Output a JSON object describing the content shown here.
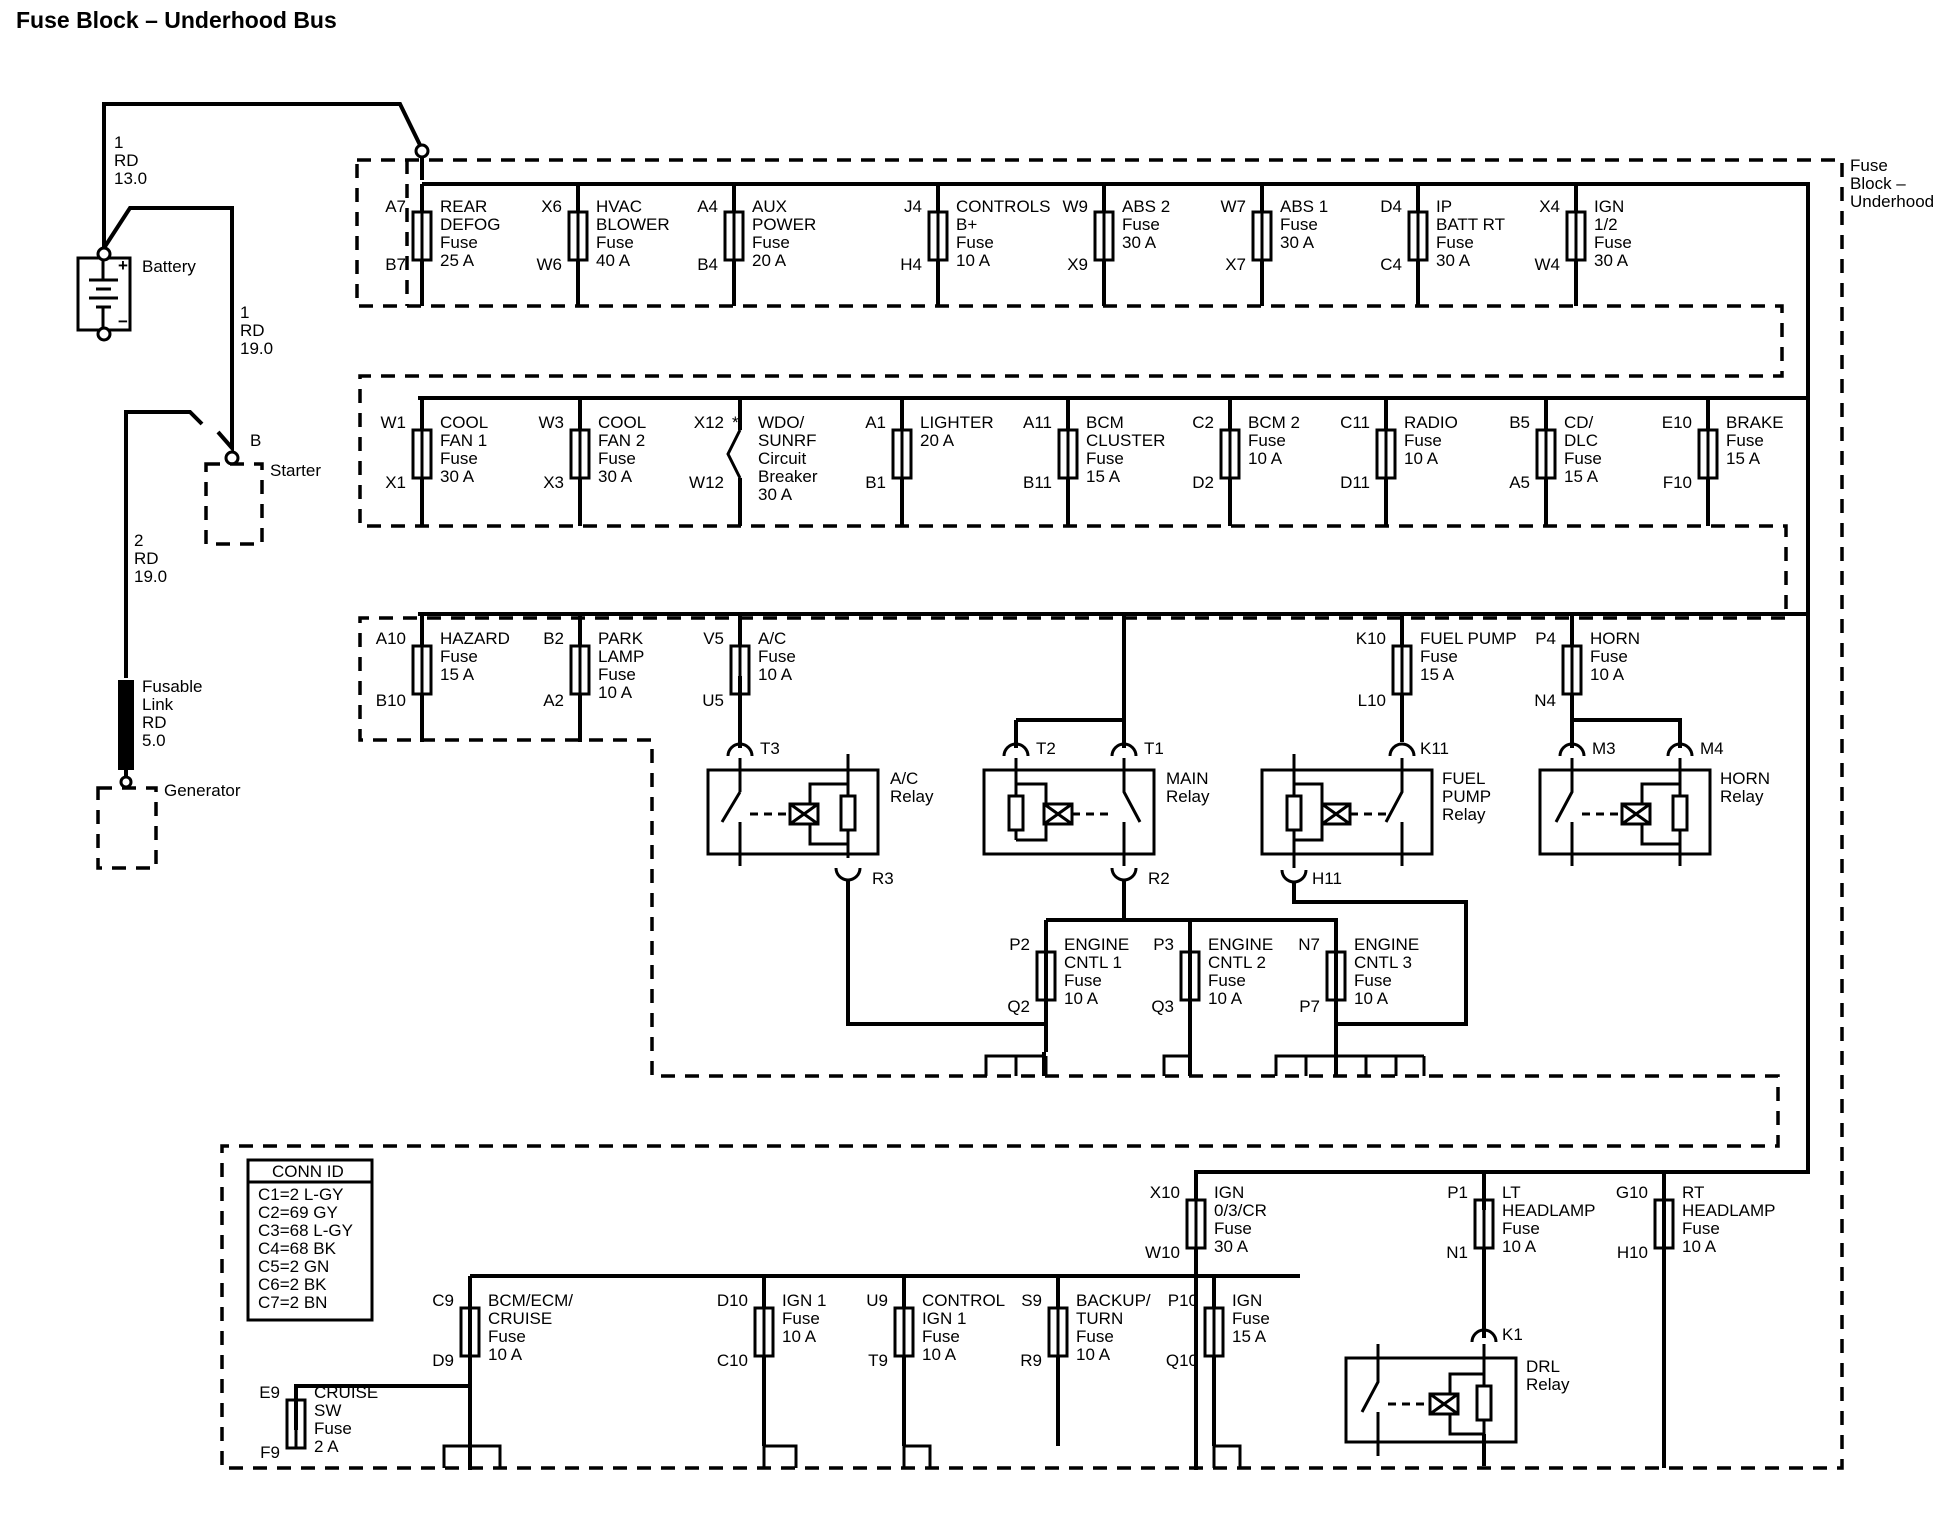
{
  "title": "Fuse Block – Underhood Bus",
  "block_label": [
    "Fuse",
    "Block –",
    "Underhood"
  ],
  "battery": {
    "label": "Battery",
    "plus": "+",
    "minus": "−"
  },
  "starter": {
    "label": "Starter",
    "terminal": "B"
  },
  "generator": {
    "label": "Generator"
  },
  "fusible_link": [
    "Fusable",
    "Link",
    "RD",
    "5.0"
  ],
  "wires": [
    {
      "id": "w1a",
      "lines": [
        "1",
        "RD",
        "13.0"
      ]
    },
    {
      "id": "w1b",
      "lines": [
        "1",
        "RD",
        "19.0"
      ]
    },
    {
      "id": "w2",
      "lines": [
        "2",
        "RD",
        "19.0"
      ]
    }
  ],
  "row1": [
    {
      "top": "A7",
      "bot": "B7",
      "lines": [
        "REAR",
        "DEFOG",
        "Fuse",
        "25 A"
      ]
    },
    {
      "top": "X6",
      "bot": "W6",
      "lines": [
        "HVAC",
        "BLOWER",
        "Fuse",
        "40 A"
      ]
    },
    {
      "top": "A4",
      "bot": "B4",
      "lines": [
        "AUX",
        "POWER",
        "Fuse",
        "20 A"
      ]
    },
    {
      "top": "J4",
      "bot": "H4",
      "lines": [
        "CONTROLS",
        "B+",
        "Fuse",
        "10 A"
      ]
    },
    {
      "top": "W9",
      "bot": "X9",
      "lines": [
        "ABS 2",
        "Fuse",
        "30 A"
      ]
    },
    {
      "top": "W7",
      "bot": "X7",
      "lines": [
        "ABS 1",
        "Fuse",
        "30 A"
      ]
    },
    {
      "top": "D4",
      "bot": "C4",
      "lines": [
        "IP",
        "BATT RT",
        "Fuse",
        "30 A"
      ]
    },
    {
      "top": "X4",
      "bot": "W4",
      "lines": [
        "IGN",
        "1/2",
        "Fuse",
        "30 A"
      ]
    }
  ],
  "row2": [
    {
      "top": "W1",
      "bot": "X1",
      "lines": [
        "COOL",
        "FAN 1",
        "Fuse",
        "30 A"
      ]
    },
    {
      "top": "W3",
      "bot": "X3",
      "lines": [
        "COOL",
        "FAN 2",
        "Fuse",
        "30 A"
      ]
    },
    {
      "top": "X12",
      "bot": "W12",
      "lines": [
        "WDO/",
        "SUNRF",
        "Circuit",
        "Breaker",
        "30 A"
      ]
    },
    {
      "top": "A1",
      "bot": "B1",
      "lines": [
        "LIGHTER",
        "20 A"
      ]
    },
    {
      "top": "A11",
      "bot": "B11",
      "lines": [
        "BCM",
        "CLUSTER",
        "Fuse",
        "15 A"
      ]
    },
    {
      "top": "C2",
      "bot": "D2",
      "lines": [
        "BCM 2",
        "Fuse",
        "10 A"
      ]
    },
    {
      "top": "C11",
      "bot": "D11",
      "lines": [
        "RADIO",
        "Fuse",
        "10 A"
      ]
    },
    {
      "top": "B5",
      "bot": "A5",
      "lines": [
        "CD/",
        "DLC",
        "Fuse",
        "15 A"
      ]
    },
    {
      "top": "E10",
      "bot": "F10",
      "lines": [
        "BRAKE",
        "Fuse",
        "15 A"
      ]
    }
  ],
  "row3": [
    {
      "top": "A10",
      "bot": "B10",
      "lines": [
        "HAZARD",
        "Fuse",
        "15 A"
      ]
    },
    {
      "top": "B2",
      "bot": "A2",
      "lines": [
        "PARK",
        "LAMP",
        "Fuse",
        "10 A"
      ]
    },
    {
      "top": "V5",
      "bot": "U5",
      "lines": [
        "A/C",
        "Fuse",
        "10 A"
      ]
    },
    {
      "top": "K10",
      "bot": "L10",
      "lines": [
        "FUEL PUMP",
        "Fuse",
        "15 A"
      ]
    },
    {
      "top": "P4",
      "bot": "N4",
      "lines": [
        "HORN",
        "Fuse",
        "10 A"
      ]
    }
  ],
  "relays": [
    {
      "name": [
        "A/C",
        "Relay"
      ],
      "pins": [
        "T3",
        "R3"
      ]
    },
    {
      "name": [
        "MAIN",
        "Relay"
      ],
      "pins": [
        "T2",
        "T1",
        "R2"
      ]
    },
    {
      "name": [
        "FUEL",
        "PUMP",
        "Relay"
      ],
      "pins": [
        "K11",
        "H11"
      ]
    },
    {
      "name": [
        "HORN",
        "Relay"
      ],
      "pins": [
        "M3",
        "M4"
      ]
    },
    {
      "name": [
        "DRL",
        "Relay"
      ],
      "pins": [
        "K1"
      ]
    }
  ],
  "engine_fuses": [
    {
      "top": "P2",
      "bot": "Q2",
      "lines": [
        "ENGINE",
        "CNTL 1",
        "Fuse",
        "10 A"
      ]
    },
    {
      "top": "P3",
      "bot": "Q3",
      "lines": [
        "ENGINE",
        "CNTL 2",
        "Fuse",
        "10 A"
      ]
    },
    {
      "top": "N7",
      "bot": "P7",
      "lines": [
        "ENGINE",
        "CNTL 3",
        "Fuse",
        "10 A"
      ]
    }
  ],
  "row4": [
    {
      "top": "X10",
      "bot": "W10",
      "lines": [
        "IGN",
        "0/3/CR",
        "Fuse",
        "30 A"
      ]
    },
    {
      "top": "P1",
      "bot": "N1",
      "lines": [
        "LT",
        "HEADLAMP",
        "Fuse",
        "10 A"
      ]
    },
    {
      "top": "G10",
      "bot": "H10",
      "lines": [
        "RT",
        "HEADLAMP",
        "Fuse",
        "10 A"
      ]
    }
  ],
  "row5": [
    {
      "top": "C9",
      "bot": "D9",
      "lines": [
        "BCM/ECM/",
        "CRUISE",
        "Fuse",
        "10 A"
      ]
    },
    {
      "top": "D10",
      "bot": "C10",
      "lines": [
        "IGN 1",
        "Fuse",
        "10 A"
      ]
    },
    {
      "top": "U9",
      "bot": "T9",
      "lines": [
        "CONTROL",
        "IGN 1",
        "Fuse",
        "10 A"
      ]
    },
    {
      "top": "S9",
      "bot": "R9",
      "lines": [
        "BACKUP/",
        "TURN",
        "Fuse",
        "10 A"
      ]
    },
    {
      "top": "P10",
      "bot": "Q10",
      "lines": [
        "IGN",
        "Fuse",
        "15 A"
      ]
    },
    {
      "top": "E9",
      "bot": "F9",
      "lines": [
        "CRUISE",
        "SW",
        "Fuse",
        "2 A"
      ]
    }
  ],
  "conn_id": {
    "header": "CONN ID",
    "rows": [
      "C1=2 L-GY",
      "C2=69 GY",
      "C3=68 L-GY",
      "C4=68 BK",
      "C5=2 GN",
      "C6=2 BK",
      "C7=2 BN"
    ]
  }
}
